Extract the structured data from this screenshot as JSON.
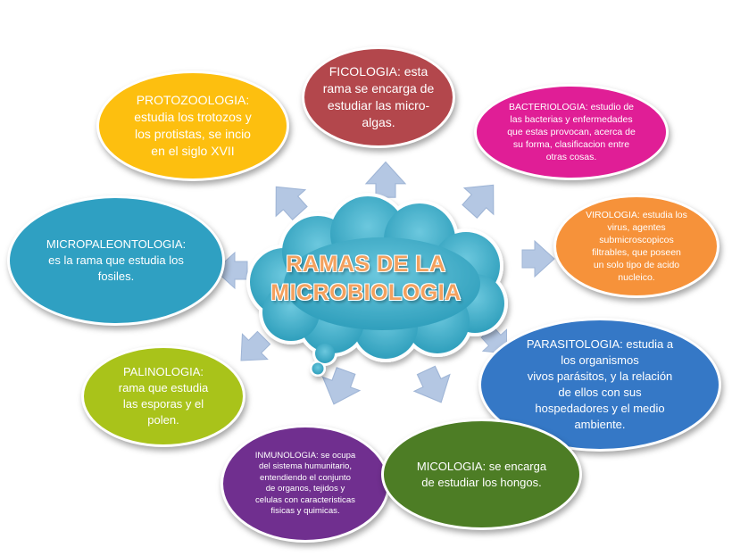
{
  "center": {
    "title": "RAMAS DE LA\nMICROBIOLOGIA"
  },
  "branches": {
    "ficologia": {
      "text": "FICOLOGIA: esta\nrama se encarga de\nestudiar las micro-\nalgas.",
      "color": "#b3474c"
    },
    "bacteriologia": {
      "text": "BACTERIOLOGIA: estudio de\nlas bacterias y enfermedades\nque estas provocan, acerca de\nsu forma, clasificacion entre\notras cosas.",
      "color": "#e01e96"
    },
    "protozoologia": {
      "text": "PROTOZOOLOGIA:\nestudia los trotozos y\nlos protistas, se incio\nen el siglo XVII",
      "color": "#fdbf0f"
    },
    "virologia": {
      "text": "VIROLOGIA: estudia los\nvirus, agentes\nsubmicroscopicos\nfiltrables, que poseen\nun solo tipo de acido\nnucleico.",
      "color": "#f6923a"
    },
    "micropaleontologia": {
      "text": "MICROPALEONTOLOGIA:\nes la rama que estudia los\nfosiles.",
      "color": "#2fa0c2"
    },
    "parasitologia": {
      "text": "PARASITOLOGIA: estudia a\nlos organismos\nvivos parásitos, y la relación\nde ellos con sus\nhospedadores y el medio\nambiente.",
      "color": "#3578c6"
    },
    "palinologia": {
      "text": "PALINOLOGIA:\nrama que estudia\nlas esporas y el\npolen.",
      "color": "#a9c31a"
    },
    "inmunologia": {
      "text": "INMUNOLOGIA: se ocupa\ndel sistema humunitario,\nentendiendo el conjunto\nde organos, tejidos y\ncelulas con caracteristicas\nfisicas y quimicas.",
      "color": "#702f8f"
    },
    "micologia": {
      "text": "MICOLOGIA: se encarga\nde estudiar los hongos.",
      "color": "#4d7d25"
    }
  },
  "colors": {
    "cloud_fill": "#3aafc9",
    "arrow_fill": "#b4c7e3",
    "title_text": "#f3a15f"
  }
}
